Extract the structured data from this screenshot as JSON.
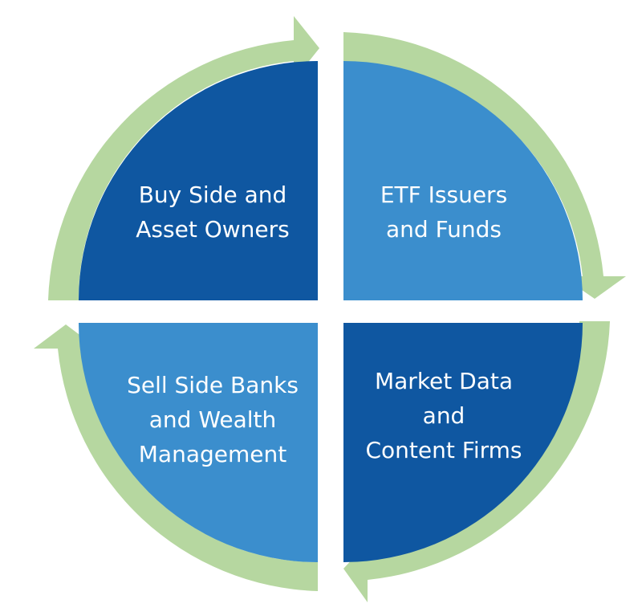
{
  "colors": {
    "background": "#ffffff",
    "ring": "#b6d7a0",
    "dark_blue": "#0f57a1",
    "light_blue": "#3b8ecd",
    "text": "#ffffff"
  },
  "quadrants": [
    {
      "id": "top-left",
      "lines": [
        "Buy Side and",
        "Asset Owners"
      ],
      "fill": "dark"
    },
    {
      "id": "top-right",
      "lines": [
        "ETF Issuers",
        "and Funds"
      ],
      "fill": "light"
    },
    {
      "id": "bottom-right",
      "lines": [
        "Market Data",
        "and",
        "Content Firms"
      ],
      "fill": "dark"
    },
    {
      "id": "bottom-left",
      "lines": [
        "Sell Side Banks",
        "and Wealth",
        "Management"
      ],
      "fill": "light"
    }
  ],
  "ring_arrows": [
    {
      "id": "left-to-top",
      "direction": "clockwise",
      "icon": "arrow-right-icon"
    },
    {
      "id": "top-to-right",
      "direction": "clockwise",
      "icon": "arrow-down-icon"
    },
    {
      "id": "right-to-bottom",
      "direction": "clockwise",
      "icon": "arrow-left-icon"
    },
    {
      "id": "bottom-to-left",
      "direction": "clockwise",
      "icon": "arrow-up-icon"
    }
  ]
}
